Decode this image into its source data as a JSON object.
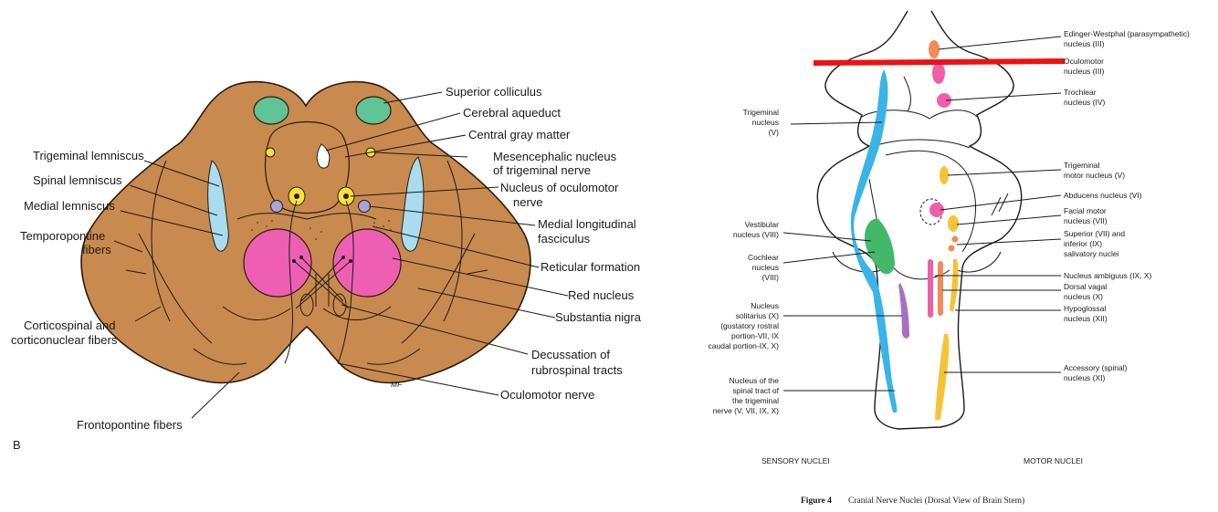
{
  "panel_a": {
    "panel_letter": "B",
    "signature": "MF",
    "labels": {
      "superior_colliculus": "Superior colliculus",
      "cerebral_aqueduct": "Cerebral aqueduct",
      "central_gray": "Central gray matter",
      "mesencephalic_1": "Mesencephalic nucleus",
      "mesencephalic_2": "of trigeminal nerve",
      "oculomotor_nuc_1": "Nucleus of oculomotor",
      "oculomotor_nuc_2": "nerve",
      "mlf_1": "Medial longitudinal",
      "mlf_2": "fasciculus",
      "reticular": "Reticular formation",
      "red_nucleus": "Red nucleus",
      "substantia_nigra": "Substantia nigra",
      "decussation_1": "Decussation of",
      "decussation_2": "rubrospinal tracts",
      "oculomotor_nerve": "Oculomotor nerve",
      "trigeminal_lemniscus": "Trigeminal lemniscus",
      "spinal_lemniscus": "Spinal lemniscus",
      "medial_lemniscus": "Medial lemniscus",
      "temporopontine_1": "Temporopontine",
      "temporopontine_2": "fibers",
      "corticospinal_1": "Corticospinal and",
      "corticospinal_2": "corticonuclear fibers",
      "frontopontine": "Frontopontine fibers"
    }
  },
  "panel_b": {
    "labels": {
      "ew_1": "Edinger-Westphal (parasympathetic)",
      "ew_2": "nucleus (III)",
      "oculomotor_1": "Oculomotor",
      "oculomotor_2": "nucleus (III)",
      "trochlear_1": "Trochlear",
      "trochlear_2": "nucleus (IV)",
      "trig_motor_1": "Trigeminal",
      "trig_motor_2": "motor nucleus (V)",
      "abducens": "Abducens nucleus (VI)",
      "facial_1": "Facial motor",
      "facial_2": "nucleus (VII)",
      "salivatory_1": "Superior (VII) and",
      "salivatory_2": "inferior (IX)",
      "salivatory_3": "salivatory nuclei",
      "ambiguus": "Nucleus ambiguus (IX, X)",
      "dorsal_vagal_1": "Dorsal vagal",
      "dorsal_vagal_2": "nucleus (X)",
      "hypoglossal_1": "Hypoglossal",
      "hypoglossal_2": "nucleus (XII)",
      "accessory_1": "Accessory (spinal)",
      "accessory_2": "nucleus (XI)",
      "trigeminal_1": "Trigeminal",
      "trigeminal_2": "nucleus",
      "trigeminal_3": "(V)",
      "vestibular_1": "Vestibular",
      "vestibular_2": "nucleus (VIII)",
      "cochlear_1": "Cochlear",
      "cochlear_2": "nucleus",
      "cochlear_3": "(VIII)",
      "solitarius_1": "Nucleus",
      "solitarius_2": "solitarius (X)",
      "solitarius_3": "(gustatory rostral",
      "solitarius_4": "portion-VII, IX",
      "solitarius_5": "caudal portion-IX, X)",
      "spinal_trig_1": "Nucleus of the",
      "spinal_trig_2": "spinal tract of",
      "spinal_trig_3": "the trigeminal",
      "spinal_trig_4": "nerve (V, VII, IX, X)",
      "sensory": "SENSORY NUCLEI",
      "motor": "MOTOR NUCLEI",
      "fig_label": "Figure 4",
      "fig_caption": "Cranial Nerve Nuclei (Dorsal View of Brain Stem)"
    }
  },
  "colors": {
    "midbrain_fill": "#c98a4f",
    "colliculus": "#5fc496",
    "lemniscus": "#a9dcef",
    "oculomotor_yellow": "#f4e33b",
    "mlf": "#a7a5d9",
    "red_nucleus": "#ee5fb4",
    "marker_line": "#ee1111",
    "sensory_blue": "#3ab4e6",
    "vestibular_green": "#43b86a",
    "solitarius_purple": "#a870c4",
    "motor_yellow": "#f5c436",
    "motor_pink": "#ef5fa8",
    "motor_orange": "#f28a5a"
  }
}
